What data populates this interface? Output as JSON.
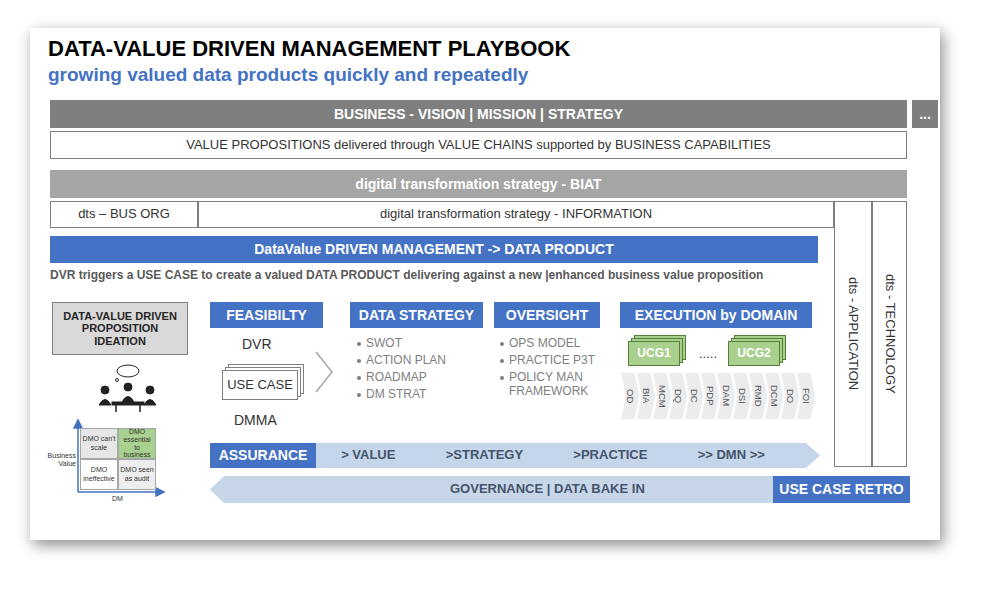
{
  "diagram": {
    "title": "DATA-VALUE DRIVEN MANAGEMENT PLAYBOOK",
    "nodes": [
      {
        "text": [
          "BUSINESS - VISION | MISSION  | STRATEGY"
        ]
      },
      {
        "text": [
          "..."
        ]
      },
      {
        "text": [
          "VALUE PROPOSITIONS delivered through VALUE CHAINS supported by BUSINESS CAPABILITIES"
        ]
      },
      {
        "text": [
          "digital transformation strategy - BIAT"
        ]
      },
      {
        "text": [
          "dts – BUS ORG"
        ]
      },
      {
        "text": [
          "digital transformation strategy - INFORMATION"
        ]
      },
      {
        "text": [
          "dts - APPLICATION"
        ]
      },
      {
        "text": [
          "dts - TECHNOLOGY"
        ]
      },
      {
        "text": [
          "DataValue DRIVEN MANAGEMENT -> DATA PRODUCT"
        ]
      },
      {
        "text": [
          "DATA-VALUE DRIVEN PROPOSITION IDEATION"
        ]
      },
      {
        "text": [
          "DMO can't scale"
        ]
      },
      {
        "text": [
          "DMO essential to business"
        ]
      },
      {
        "text": [
          "DMO ineffective"
        ]
      },
      {
        "text": [
          "DMO seen as audit"
        ]
      },
      {
        "text": [
          "FEASIBILTY"
        ]
      },
      {
        "text": [
          "USE CASE"
        ]
      },
      {
        "text": [
          "DATA STRATEGY"
        ]
      },
      {
        "text": [
          "OVERSIGHT"
        ]
      },
      {
        "text": [
          "EXECUTION by DOMAIN"
        ]
      },
      {
        "text": [
          "UCG1"
        ]
      },
      {
        "text": [
          "UCG2"
        ]
      },
      {
        "text": [
          "OD"
        ]
      },
      {
        "text": [
          "BIA"
        ]
      },
      {
        "text": [
          "MCM"
        ]
      },
      {
        "text": [
          "DQ"
        ]
      },
      {
        "text": [
          "DC"
        ]
      },
      {
        "text": [
          "PDP"
        ]
      },
      {
        "text": [
          "DAM"
        ]
      },
      {
        "text": [
          "DSI"
        ]
      },
      {
        "text": [
          "RMD"
        ]
      },
      {
        "text": [
          "DCM"
        ]
      },
      {
        "text": [
          "DO"
        ]
      },
      {
        "text": [
          "FOI"
        ]
      },
      {
        "text": [
          "ASSURANCE"
        ]
      },
      {
        "text": [
          "> VALUE",
          ">STRATEGY",
          ">PRACTICE",
          ">> DMN >>"
        ]
      },
      {
        "text": [
          "GOVERNANCE | DATA BAKE IN"
        ]
      },
      {
        "text": [
          "USE CASE RETRO"
        ],
        "in": 35
      }
    ],
    "labels": [
      "growing valued data products quickly and repeatedly",
      "DVR triggers a USE CASE to create a valued DATA PRODUCT delivering against a new |enhanced business value proposition",
      "DVR",
      "DMMA",
      "SWOT",
      "ACTION PLAN",
      "ROADMAP",
      "DM STRAT",
      "OPS MODEL",
      "PRACTICE P3T",
      "POLICY MAN FRAMEWORK",
      ".....",
      "Business Value",
      "DM"
    ]
  }
}
